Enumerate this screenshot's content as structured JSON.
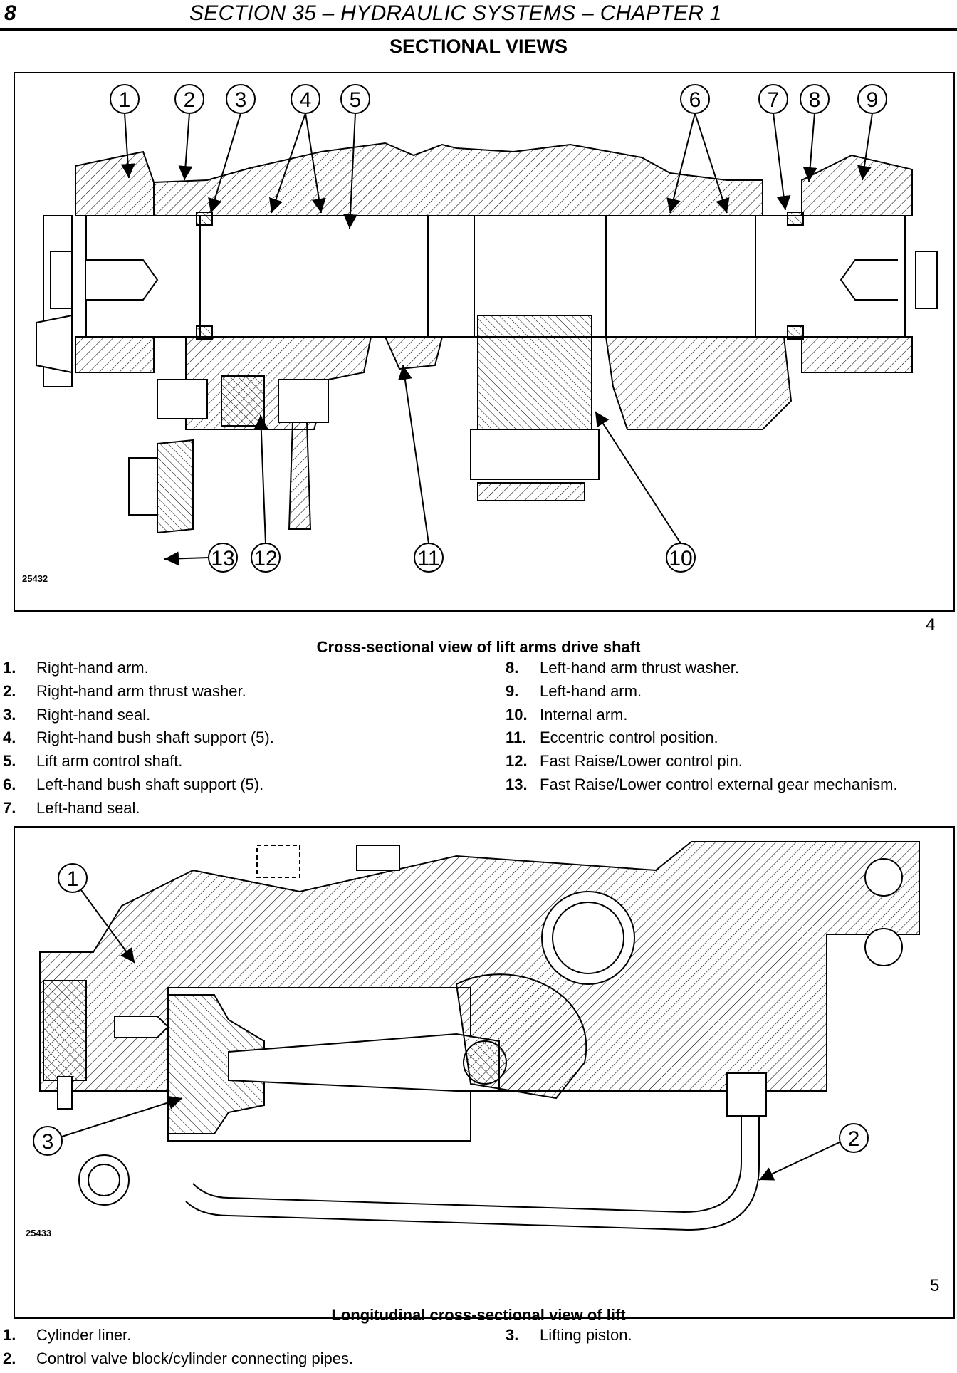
{
  "header": {
    "page_number": "8",
    "section_title": "SECTION 35 – HYDRAULIC SYSTEMS – CHAPTER 1",
    "subtitle": "SECTIONAL VIEWS"
  },
  "figure4": {
    "drawing_id": "25432",
    "figure_number": "4",
    "caption": "Cross-sectional view of lift arms drive shaft",
    "callouts": [
      "1",
      "2",
      "3",
      "4",
      "5",
      "6",
      "7",
      "8",
      "9",
      "10",
      "11",
      "12",
      "13"
    ],
    "legend_left": [
      {
        "num": "1.",
        "text": "Right-hand arm."
      },
      {
        "num": "2.",
        "text": "Right-hand arm thrust washer."
      },
      {
        "num": "3.",
        "text": "Right-hand seal."
      },
      {
        "num": "4.",
        "text": "Right-hand bush shaft support (5)."
      },
      {
        "num": "5.",
        "text": "Lift arm control shaft."
      },
      {
        "num": "6.",
        "text": "Left-hand bush shaft support (5)."
      },
      {
        "num": "7.",
        "text": "Left-hand seal."
      }
    ],
    "legend_right": [
      {
        "num": "8.",
        "text": "Left-hand arm thrust washer."
      },
      {
        "num": "9.",
        "text": "Left-hand arm."
      },
      {
        "num": "10.",
        "text": "Internal arm."
      },
      {
        "num": "11.",
        "text": "Eccentric control position."
      },
      {
        "num": "12.",
        "text": "Fast Raise/Lower control pin."
      },
      {
        "num": "13.",
        "text": "Fast Raise/Lower control external gear mechanism."
      }
    ]
  },
  "figure5": {
    "drawing_id": "25433",
    "figure_number": "5",
    "caption": "Longitudinal cross-sectional view of lift",
    "callouts": [
      "1",
      "2",
      "3"
    ],
    "legend_left": [
      {
        "num": "1.",
        "text": "Cylinder liner."
      },
      {
        "num": "2.",
        "text": "Control valve block/cylinder connecting pipes."
      }
    ],
    "legend_right": [
      {
        "num": "3.",
        "text": "Lifting piston."
      }
    ]
  }
}
